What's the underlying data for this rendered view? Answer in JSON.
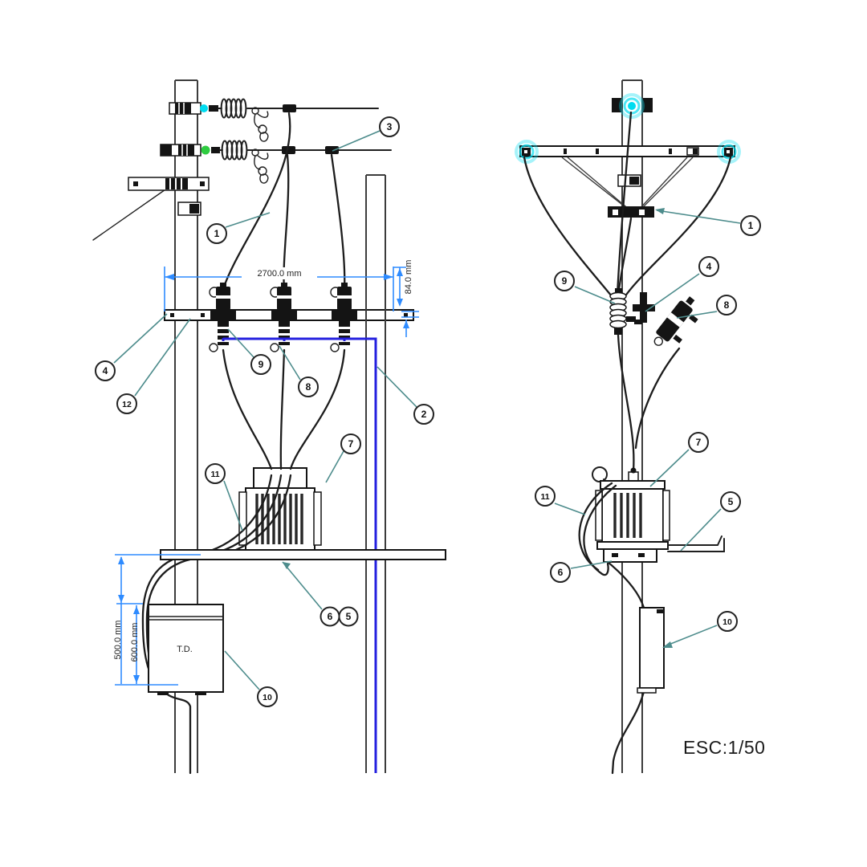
{
  "title": "Distribution transformer pole installation drawing (two elevation views)",
  "scale_label": "ESC:1/50",
  "td_box_label": "T.D.",
  "dims": {
    "crossarm_span": "2700.0 mm",
    "crossarm_offset": "84.0 mm",
    "box_drop": "500.0 mm",
    "box_height": "600.0 mm"
  },
  "callouts_left": [
    {
      "n": "1"
    },
    {
      "n": "3"
    },
    {
      "n": "4"
    },
    {
      "n": "12"
    },
    {
      "n": "9"
    },
    {
      "n": "8"
    },
    {
      "n": "2"
    },
    {
      "n": "7"
    },
    {
      "n": "11"
    },
    {
      "n": "6"
    },
    {
      "n": "5"
    },
    {
      "n": "10"
    }
  ],
  "callouts_right": [
    {
      "n": "1"
    },
    {
      "n": "9"
    },
    {
      "n": "4"
    },
    {
      "n": "8"
    },
    {
      "n": "7"
    },
    {
      "n": "5"
    },
    {
      "n": "11"
    },
    {
      "n": "6"
    },
    {
      "n": "10"
    }
  ],
  "colors": {
    "line": "#1f1f1f",
    "ground_wire": "#2420df",
    "dimension": "#2e8bff",
    "leader": "#4d8c8c",
    "highlight": "#00dcf0",
    "energized_dot": "#2ecc40"
  }
}
